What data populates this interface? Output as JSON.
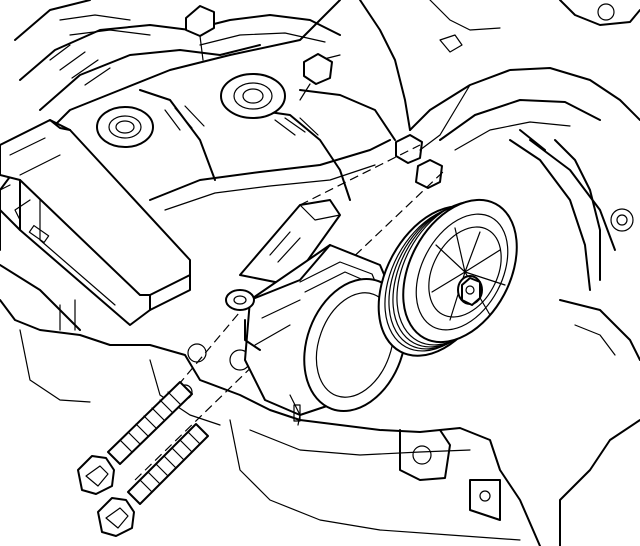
{
  "diagram": {
    "kind": "exploded-line-drawing",
    "labels": [],
    "colors": {
      "ink": "#000000",
      "paper": "#ffffff"
    },
    "parts": [
      {
        "id": "engine-block",
        "icon": "engine-block-outline"
      },
      {
        "id": "timing-cover",
        "icon": "cover-outline"
      },
      {
        "id": "intake-manifold",
        "icon": "manifold-runners"
      },
      {
        "id": "bracket-module",
        "icon": "bracket-box"
      },
      {
        "id": "belt-tensioner-body",
        "icon": "tensioner-cylinder"
      },
      {
        "id": "tensioner-pulley",
        "icon": "grooved-pulley"
      },
      {
        "id": "mounting-bolt-upper",
        "icon": "hex-bolt"
      },
      {
        "id": "mounting-bolt-lower",
        "icon": "hex-bolt"
      },
      {
        "id": "stud-bolt-top",
        "icon": "hex-bolt"
      }
    ]
  }
}
